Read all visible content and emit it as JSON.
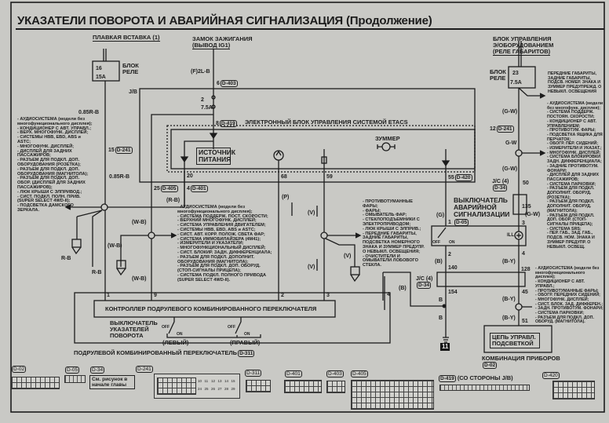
{
  "title": "УКАЗАТЕЛИ ПОВОРОТА И АВАРИЙНАЯ СИГНАЛИЗАЦИЯ (Продолжение)",
  "headers": {
    "fusible_link": "ПЛАВКАЯ ВСТАВКА",
    "fusible_link_num": "1",
    "relay_box_left": "БЛОК РЕЛЕ",
    "ignition": "ЗАМОК ЗАЖИГАНИЯ",
    "ignition_pin": "(ВЫВОД IG1)",
    "ecu_right_1": "БЛОК УПРАВЛЕНИЯ",
    "ecu_right_2": "Э/ОБОРУДОВАНИЕМ",
    "ecu_right_3": "(РЕЛЕ ГАБАРИТОВ)",
    "relay_box_right": "БЛОК РЕЛЕ",
    "jb": "J/B",
    "etacs": "ЭЛЕКТРОННЫЙ БЛОК УПРАВЛЕНИЯ СИСТЕМОЙ ETACS",
    "power_source": "ИСТОЧНИК ПИТАНИЯ",
    "buzzer": "ЗУММЕР",
    "hazard_switch": "ВЫКЛЮЧАТЕЛЬ АВАРИЙНОЙ СИГНАЛИЗАЦИИ",
    "hazard_ref": "D-05",
    "controller": "КОНТРОЛЛЕР ПОДРУЛЕВОГО КОМБИНИРОВАННОГО ПЕРЕКЛЮЧАТЕЛЯ",
    "turn_switch": "ВЫКЛЮЧАТЕЛЬ УКАЗАТЕЛЕЙ ПОВОРОТА",
    "left": "(ЛЕВЫЙ)",
    "right": "(ПРАВЫЙ)",
    "column_switch": "ПОДРУЛЕВОЙ КОМБИНИРОВАННЫЙ ПЕРЕКЛЮЧАТЕЛЬ",
    "column_switch_ref": "D-311",
    "illum_circuit": "ЦЕПЬ УПРАВЛ. ПОДСВЕТКОЙ",
    "cluster": "КОМБИНАЦИЯ ПРИБОРОВ",
    "cluster_ref": "D-02",
    "jc4_a": "J/C (4)",
    "jc4_a_ref": "D-34",
    "jc4_b": "J/C (4)",
    "jc4_b_ref": "D-34",
    "ground": "11"
  },
  "fuses": {
    "left_num": "16",
    "left_rating": "15A",
    "ign_num": "2",
    "ign_rating": "7.5A",
    "right_num": "23",
    "right_rating": "7.5A"
  },
  "switch_states": {
    "off": "OFF",
    "on": "ON",
    "ill": "ILL"
  },
  "wire_labels": {
    "ign_wire": "(F)2L-B",
    "ign_pin": "6",
    "ign_ref": "D-403",
    "jb_pin": "8",
    "jb_ref": "D-419",
    "lw1": "0.85R-B",
    "lw_pin": "15",
    "lw_ref": "D-241",
    "lw2": "0.85R-B",
    "p20": "20",
    "p25": "25",
    "p25_ref": "D-405",
    "p4": "4",
    "p4_ref": "D-401",
    "rb_paren": "(R-B)",
    "rb1": "R-B",
    "rb2": "R-B",
    "wb1": "(W-B)",
    "wb2": "(W-B)",
    "wb3": "(W-B)",
    "p68": "68",
    "p59": "59",
    "p55": "55",
    "p55_ref": "D-420",
    "pP": "(P)",
    "v1": "(V)",
    "v2": "(V)",
    "v3": "(V)",
    "c1": "1",
    "c9": "9",
    "c2": "2",
    "c3": "3",
    "c4": "4",
    "cB": "(B)",
    "g": "(G)",
    "h1": "1",
    "h2": "2",
    "hB": "(B)",
    "p140": "140",
    "p154": "154",
    "b1": "B",
    "b2": "B",
    "gw1": "(G-W)",
    "r12": "12",
    "r12_ref": "D-241",
    "gw2": "G-W",
    "gw3": "(G-W)",
    "p50": "50",
    "p135": "135",
    "gw4": "(G-W)",
    "h3": "3",
    "h4": "4",
    "by1": "(B-Y)",
    "p128": "128",
    "p45": "45",
    "by2": "(B-Y)",
    "by3": "(B-Y)",
    "p51": "51"
  },
  "lists": {
    "left": [
      "- АУДИОСИСТЕМА (модели без многофункционального дисплея);",
      "- КОНДИЦИОНЕР С АВТ. УПРАВЛ.;",
      "- ВЕРХ. МНОГОФУНК. ДИСПЛЕЙ;",
      "- СИСТЕМЫ HBB, EBD, ABS и ASTC;",
      "- МНОГОФУНК. ДИСПЛЕЙ;",
      "- ДИСПЛЕЙ ДЛЯ ЗАДНИХ ПАССАЖИРОВ;",
      "- РАЗЪЕМ ДЛЯ ПОДКЛ. ДОП. ОБОРУДОВАНИЯ (РОЗЕТКА);",
      "- РАЗЪЕМ ДЛЯ ПОДКЛ. ДОП. ОБОРУДОВАНИЯ (МАГНИТОЛА);",
      "- РАЗЪЕМ ДЛЯ ПОДКЛ. ДОП. ОБОР. (ДИСПЛЕЙ ДЛЯ ЗАДНИХ ПАССАЖИРОВ);",
      "- ЛЮК КРЫШИ С ЭЛПРИВОД.;",
      "- СИСТ. ПОДКЛ. ПОЛН. ПРИВ. (SUPER SELECT 4WD-II);",
      "- ПОДСВЕТКА ДАМСКОГО ЗЕРКАЛА."
    ],
    "middle": [
      "- АУДИОСИСТЕМА (модели без многофункционального дисплея);",
      "- СИСТЕМА ПОДДЕРЖ. ПОСТ. СКОРОСТИ;",
      "- ВЕРХНИЙ МНОГОФУНК. ДИСПЛЕЙ;",
      "- СИСТЕМА УПРАВЛЕНИЯ ДВИГАТЕЛЕМ;",
      "- СИСТЕМЫ HBB, EBD, ABS и ASTC;",
      "- СИСТ. АВТ. КОРР. ПОЛОЖ. СВЕТА ФАР;",
      "- СИСТЕМА ИММОБИЛАЙЗЕРА (4M41);",
      "- ИЗМЕРИТЕЛИ И УКАЗАТЕЛИ;",
      "- МНОГОФУНКЦИОНАЛЬНЫЙ ДИСПЛЕЙ;",
      "- СИСТ. БЛОКИР. ЗАДН. ДИФФЕРЕНЦИАЛА;",
      "- РАЗЪЕМ ДЛЯ ПОДКЛ. ДОПОЛНИТ. ОБОРУДОВАНИЯ (МАГНИТОЛА);",
      "- РАЗЪЕМ ДЛЯ ПОДКЛ. ДОП. ОБОРУД. (СТОП-СИГНАЛЫ ПРИЦЕПА);",
      "- СИСТЕМА ПОДКЛ. ПОЛНОГО ПРИВОДА (SUPER SELECT 4WD-II)."
    ],
    "center": [
      "- ПРОТИВОТУМАННЫЕ ФАРЫ;",
      "- ФАРЫ;",
      "- ОМЫВАТЕЛЬ ФАР;",
      "- СТЕКЛОПОДЪЕМНИКИ С ЭЛЕКТРОПРИВОДОМ;",
      "- ЛЮК КРЫШИ С ЭЛПРИВ.;",
      "- ПЕРЕДНИЕ ГАБАРИТЫ, ЗАДНИЕ ГАБАРИТЫ, ПОДСВЕТКА НОМЕРНОГО ЗНАКА И ЗУММЕР ПРЕДУПР. О НЕВЫКЛ. ОСВЕЩЕНИЯ;",
      "- ОЧИСТИТЕЛИ И ОМЫВАТЕЛИ ЛОБОВОГО СТЕКЛА."
    ],
    "right_top": "ПЕРЕДНИЕ ГАБАРИТЫ, ЗАДНИЕ ГАБАРИТЫ, ПОДСВ. НОМЕР. ЗНАКА И ЗУММЕР ПРЕДУПРЕЖД. О НЕВЫКЛ. ОСВЕЩЕНИЯ",
    "right": [
      "- АУДИОСИСТЕМА (модели без многофунк. дисплея);",
      "- СИСТЕМА ПОДДЕРЖ. ПОСТОЯН. СКОРОСТИ;",
      "- КОНДИЦИОНЕР С АВТ. УПРАВЛЕНИЕМ;",
      "- ПРОТИВОТУМ. ФАРЫ;",
      "- ПОДСВЕТКА ЯЩИКА ДЛЯ ПЕРЧАТОК;",
      "- ОБОГР. ПЕР. СИДЕНИЙ;",
      "- ИЗМЕРИТЕЛИ И УКАЗАТ.;",
      "- МНОГОФУНК. ДИСПЛЕЙ;",
      "- СИСТЕМА БЛОКИРОВКИ ЗАДН. ДИФФЕРЕНЦИАЛА;",
      "- ЗАДНИЕ ПРОТИВОТУМ. ФОНАРИ;",
      "- ДИСПЛЕЙ ДЛЯ ЗАДНИХ ПАССАЖИРОВ;",
      "- СИСТЕМА ПАРКОВКИ;",
      "- РАЗЪЕМ ДЛЯ ПОДКЛ. ДОПОЛНИТ. ОБОРУД. (РОЗЕТКА);",
      "- РАЗЪЕМ ДЛЯ ПОДКЛ. ДОПОЛНИТ. ОБОРУД. (МАГНИТОЛА);",
      "- РАЗЪЕМ ДЛЯ ПОДКЛ. ДОП. ОБОР. (СТОП-СИГНАЛЫ ПРИЦЕПА);",
      "- СИСТЕМА SRS;",
      "- ПЕР. ГАБ., ЗАД. ГАБ., ПОДСВ. НОМ. ЗНАКА И ЗУММЕР ПРЕДУПР. О НЕВЫКЛ. ОСВЕЩ."
    ],
    "right_bottom": [
      "- АУДИОСИСТЕМА (модели без многофункционального дисплея);",
      "- КОНДИЦИОНЕР С АВТ. УПРАВЛ.;",
      "- ПРОТИВОТУМАННЫЕ ФАРЫ;",
      "- ОБОГР. ПЕРЕДНИХ СИДЕНИЙ;",
      "- МНОГОФУНК. ДИСПЛЕЙ;",
      "- СИСТ. БЛОК. ЗАД. ДИФФЕРЕН.;",
      "- ЗАДН. ПРОТИВОТУМ. ФОНАРИ;",
      "- СИСТЕМА ПАРКОВКИ;",
      "- РАЗЪЕМ ДЛЯ ПОДКЛ. ДОП. ОБОРУД. (МАГНИТОЛА)."
    ]
  },
  "connectors": {
    "d02": "D-02",
    "d05": "D-05",
    "d34": "D-34",
    "d34_note": "См. рисунок в начале главы",
    "d241": "D-241",
    "d241_pins": [
      "10",
      "11",
      "12",
      "13",
      "14",
      "15",
      "24",
      "25",
      "26",
      "27",
      "28",
      "29"
    ],
    "d311": "D-311",
    "d401": "D-401",
    "d403": "D-403",
    "d405": "D-405",
    "d419": "D-419",
    "d419_note": "(СО СТОРОНЫ J/B)",
    "d420": "D-420"
  }
}
